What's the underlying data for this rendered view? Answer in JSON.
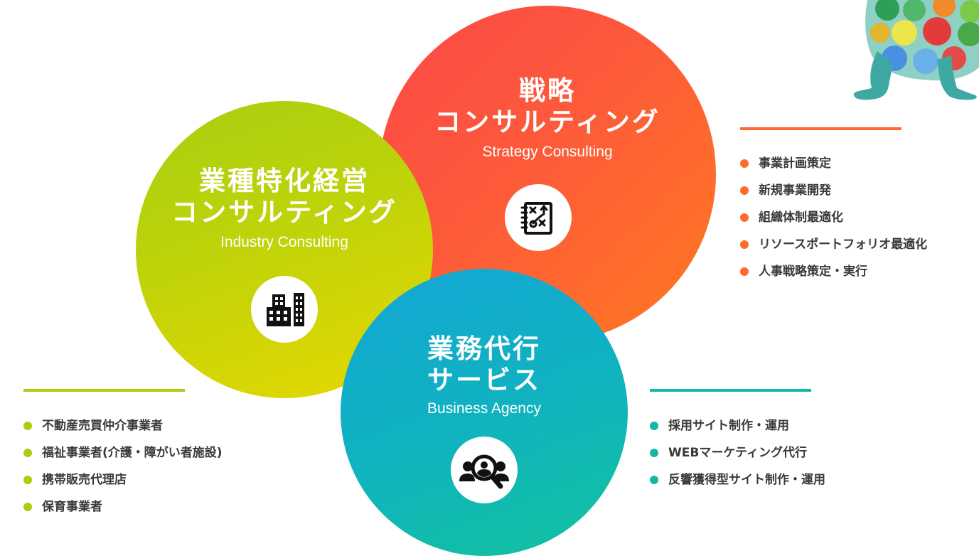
{
  "strategy": {
    "title_line1": "戦略",
    "title_line2": "コンサルティング",
    "subtitle": "Strategy Consulting",
    "icon": "strategy-board-icon",
    "color": "#fd5a3a",
    "items": [
      "事業計画策定",
      "新規事業開発",
      "組織体制最適化",
      "リソースポートフォリオ最適化",
      "人事戦略策定・実行"
    ]
  },
  "industry": {
    "title_line1": "業種特化経営",
    "title_line2": "コンサルティング",
    "subtitle": "Industry Consulting",
    "icon": "buildings-icon",
    "color": "#a8cf10",
    "items": [
      "不動産売買仲介事業者",
      "福祉事業者(介護・障がい者施設)",
      "携帯販売代理店",
      "保育事業者"
    ]
  },
  "business": {
    "title_line1": "業務代行",
    "title_line2": "サービス",
    "subtitle": "Business Agency",
    "icon": "people-search-icon",
    "color": "#12b8b0",
    "items": [
      "採用サイト制作・運用",
      "WEBマーケティング代行",
      "反響獲得型サイト制作・運用"
    ]
  },
  "mascot": {
    "icon": "polka-dot-mascot"
  }
}
